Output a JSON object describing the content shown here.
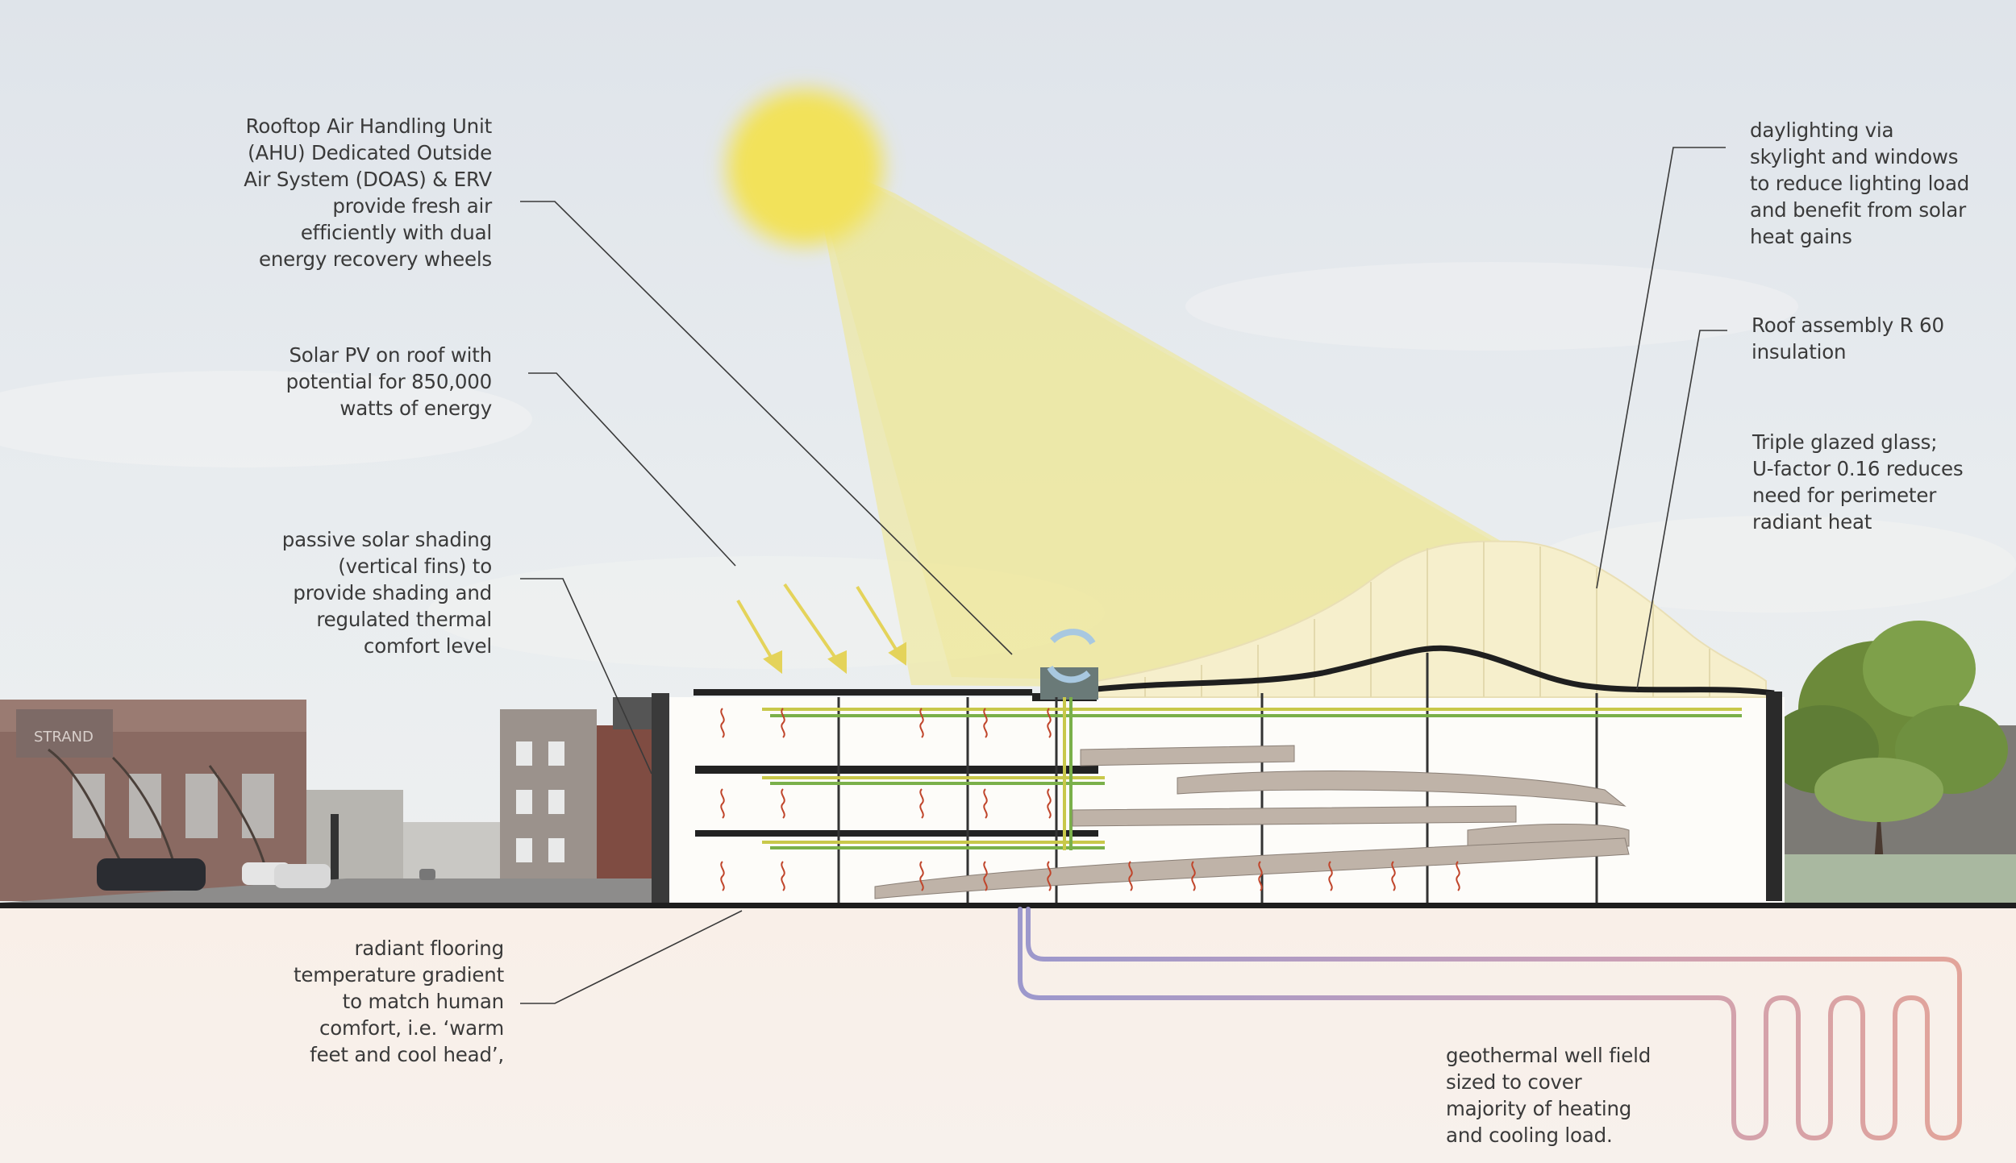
{
  "annotations": {
    "ahu": "Rooftop Air Handling Unit\n(AHU) Dedicated Outside\nAir System (DOAS) & ERV\nprovide fresh air\nefficiently with dual\nenergy recovery wheels",
    "solar_pv": "Solar PV on roof with\npotential for 850,000\nwatts of energy",
    "shading": "passive solar shading\n(vertical fins) to\nprovide shading and\nregulated thermal\ncomfort level",
    "radiant": "radiant flooring\ntemperature gradient\nto match human\ncomfort, i.e. ‘warm\nfeet and cool head’,",
    "daylighting": "daylighting via\nskylight and windows\nto reduce lighting load\nand benefit from solar\nheat gains",
    "roof": "Roof assembly R 60\ninsulation",
    "glazing": "Triple glazed glass;\nU-factor 0.16 reduces\nneed for perimeter\nradiant heat",
    "geothermal": "geothermal well field\nsized to cover\nmajority of heating\nand cooling load."
  },
  "streetscape": {
    "sign_text": "STRAND"
  },
  "colors": {
    "sky_top": "#dfe4ea",
    "sun": "#f2e25a",
    "sun_beam": "#f0e88a",
    "ground": "#f7efea",
    "supply_pipe": "#e2a49a",
    "return_pipe": "#a8a4d0",
    "radiant_wave": "#c0452b",
    "duct_yellow": "#c8c84a",
    "duct_green": "#7ab04a",
    "ramp": "#bfb3a8"
  }
}
